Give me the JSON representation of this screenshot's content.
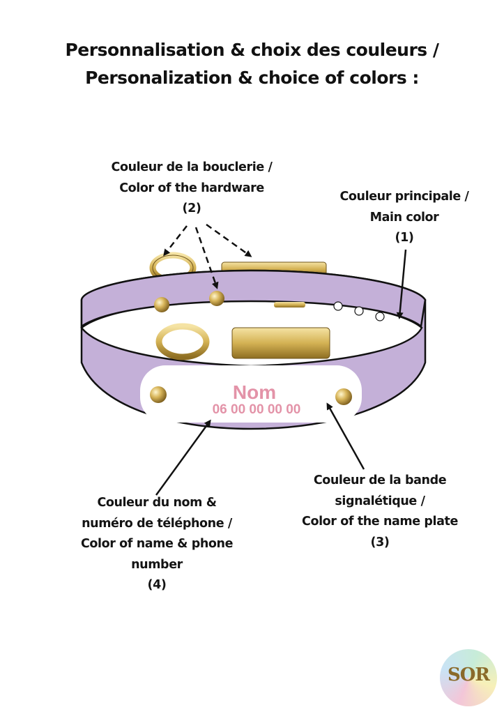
{
  "title": {
    "line1": "Personnalisation & choix des couleurs /",
    "line2": "Personalization & choice of colors :"
  },
  "labels": {
    "hardware": {
      "fr": "Couleur de la bouclerie /",
      "en": "Color of the hardware",
      "num": "(2)"
    },
    "main": {
      "fr": "Couleur principale /",
      "en": "Main color",
      "num": "(1)"
    },
    "plate": {
      "fr1": "Couleur de la bande",
      "fr2": "signalétique /",
      "en": "Color of the name plate",
      "num": "(3)"
    },
    "name": {
      "fr1": "Couleur du nom &",
      "fr2": "numéro de téléphone /",
      "en1": "Color of name & phone",
      "en2": "number",
      "num": "(4)"
    }
  },
  "plate": {
    "name": "Nom",
    "phone": "06 00 00 00 00"
  },
  "logo": {
    "text": "SOR"
  },
  "colors": {
    "collar": "#c4b0d8",
    "plate": "#ffffff",
    "plate_text": "#e393a8",
    "hardware": "#d4b254",
    "outline": "#111111"
  }
}
